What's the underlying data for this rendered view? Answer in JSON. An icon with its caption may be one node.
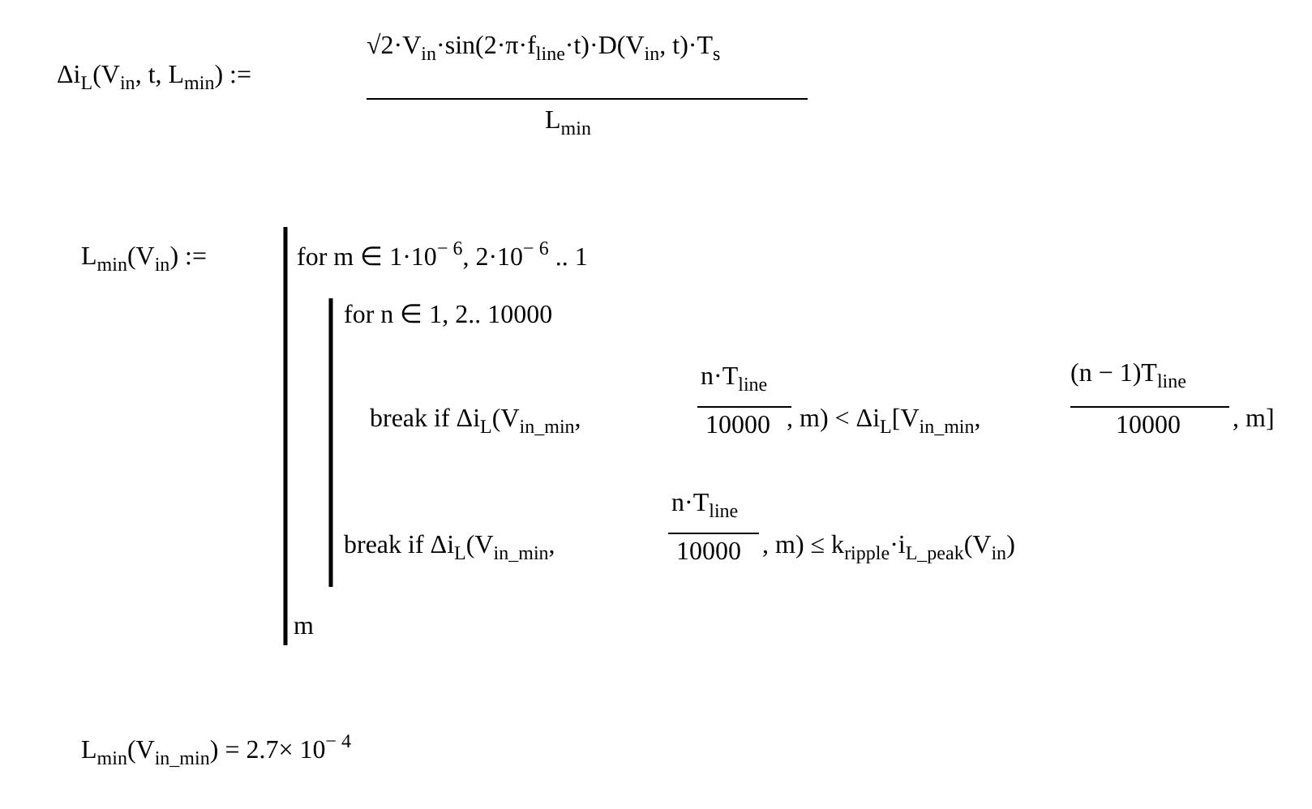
{
  "diagram": {
    "labels": [
      "Δi$_{L}$(V$_{in}$, t, L$_{min}$) :=",
      "√2·V$_{in}$·sin(2·π·f$_{line}$·t)·D(V$_{in}$, t)·T$_{s}$",
      "L$_{min}$",
      "L$_{min}$(V$_{in}$) :=",
      "for  m ∈ 1·10$^{− 6}$, 2·10$^{− 6}$ .. 1",
      "for  n ∈ 1, 2.. 10000",
      "break  if  Δi$_{L}$(V$_{in_min}$,",
      "n·T$_{line}$",
      "10000",
      ", m) < Δi$_{L}$[V$_{in_min}$,",
      "(n − 1)T$_{line}$",
      "10000",
      ", m]",
      "break  if  Δi$_{L}$(V$_{in_min}$,",
      "n·T$_{line}$",
      "10000",
      ", m) ≤ k$_{ripple}$·i$_{L_peak}$(V$_{in}$)",
      "m",
      "L$_{min}$(V$_{in_min}$) = 2.7× 10$^{− 4}$"
    ]
  }
}
